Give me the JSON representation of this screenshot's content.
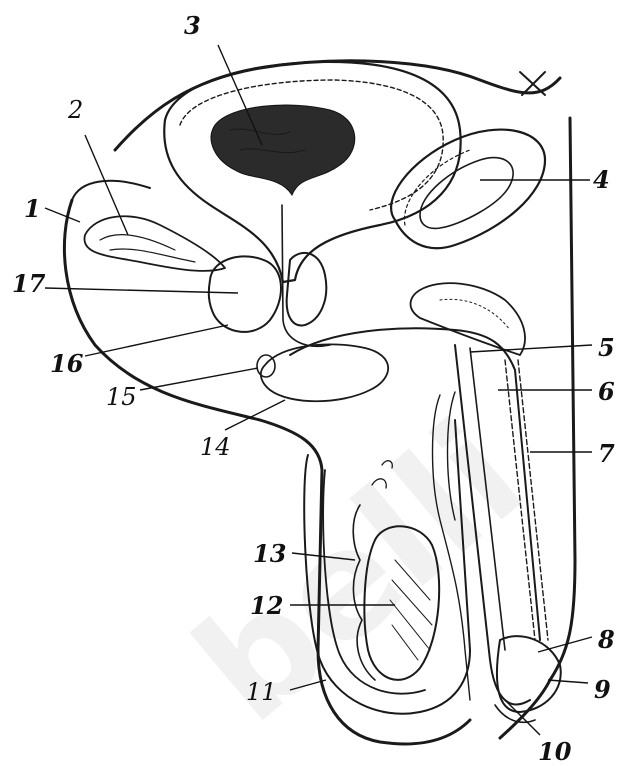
{
  "figure": {
    "labels": [
      "1",
      "2",
      "3",
      "4",
      "5",
      "6",
      "7",
      "8",
      "9",
      "10",
      "11",
      "12",
      "13",
      "14",
      "15",
      "16",
      "17"
    ],
    "colors": {
      "ink": "#1a1a1a",
      "paper": "#ffffff",
      "shade": "#2b2b2b"
    },
    "watermark": "belli"
  }
}
